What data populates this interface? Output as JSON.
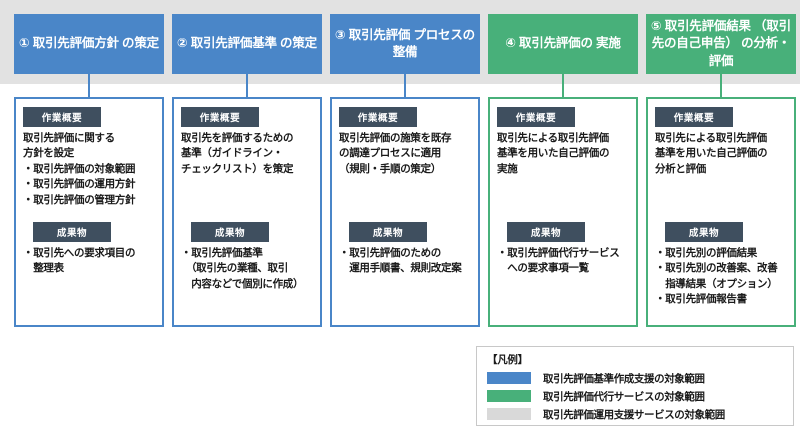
{
  "colors": {
    "blue": "#4a86c8",
    "green": "#48b07a",
    "grey_band": "#e2e2e2",
    "legend_grey": "#d9d9d9",
    "badge": "#3f4f5f"
  },
  "labels": {
    "overview_badge": "作業概要",
    "outcome_badge": "成果物"
  },
  "phases": [
    {
      "id": "phase-1",
      "color": "blue",
      "header": "① 取引先評価方針\nの策定",
      "overview": "取引先評価に関する\n方針を設定\n・取引先評価の対象範囲\n・取引先評価の運用方針\n・取引先評価の管理方針",
      "outcome": "・取引先への要求項目の\n　整理表"
    },
    {
      "id": "phase-2",
      "color": "blue",
      "header": "② 取引先評価基準\nの策定",
      "overview": "取引先を評価するための\n基準（ガイドライン・\nチェックリスト）を策定",
      "outcome": "・取引先評価基準\n　（取引先の業種、取引\n　内容などで個別に作成）"
    },
    {
      "id": "phase-3",
      "color": "blue",
      "header": "③ 取引先評価\nプロセスの整備",
      "overview": "取引先評価の施策を既存\nの調達プロセスに適用\n（規則・手順の策定）",
      "outcome": "・取引先評価のための\n　運用手順書、規則改定案"
    },
    {
      "id": "phase-4",
      "color": "green",
      "header": "④ 取引先評価の\n実施",
      "overview": "取引先による取引先評価\n基準を用いた自己評価の\n実施",
      "outcome": "・取引先評価代行サービス\n　への要求事項一覧"
    },
    {
      "id": "phase-5",
      "color": "green",
      "header": "⑤ 取引先評価結果\n（取引先の自己申告）\nの分析・評価",
      "overview": "取引先による取引先評価\n基準を用いた自己評価の\n分析と評価",
      "outcome": "・取引先別の評価結果\n・取引先別の改善案、改善\n　指導結果（オプション）\n・取引先評価報告書"
    }
  ],
  "legend": {
    "title": "【凡例】",
    "items": [
      {
        "color": "#4a86c8",
        "label": "取引先評価基準作成支援の対象範囲"
      },
      {
        "color": "#48b07a",
        "label": "取引先評価代行サービスの対象範囲"
      },
      {
        "color": "#d9d9d9",
        "label": "取引先評価運用支援サービスの対象範囲"
      }
    ]
  }
}
